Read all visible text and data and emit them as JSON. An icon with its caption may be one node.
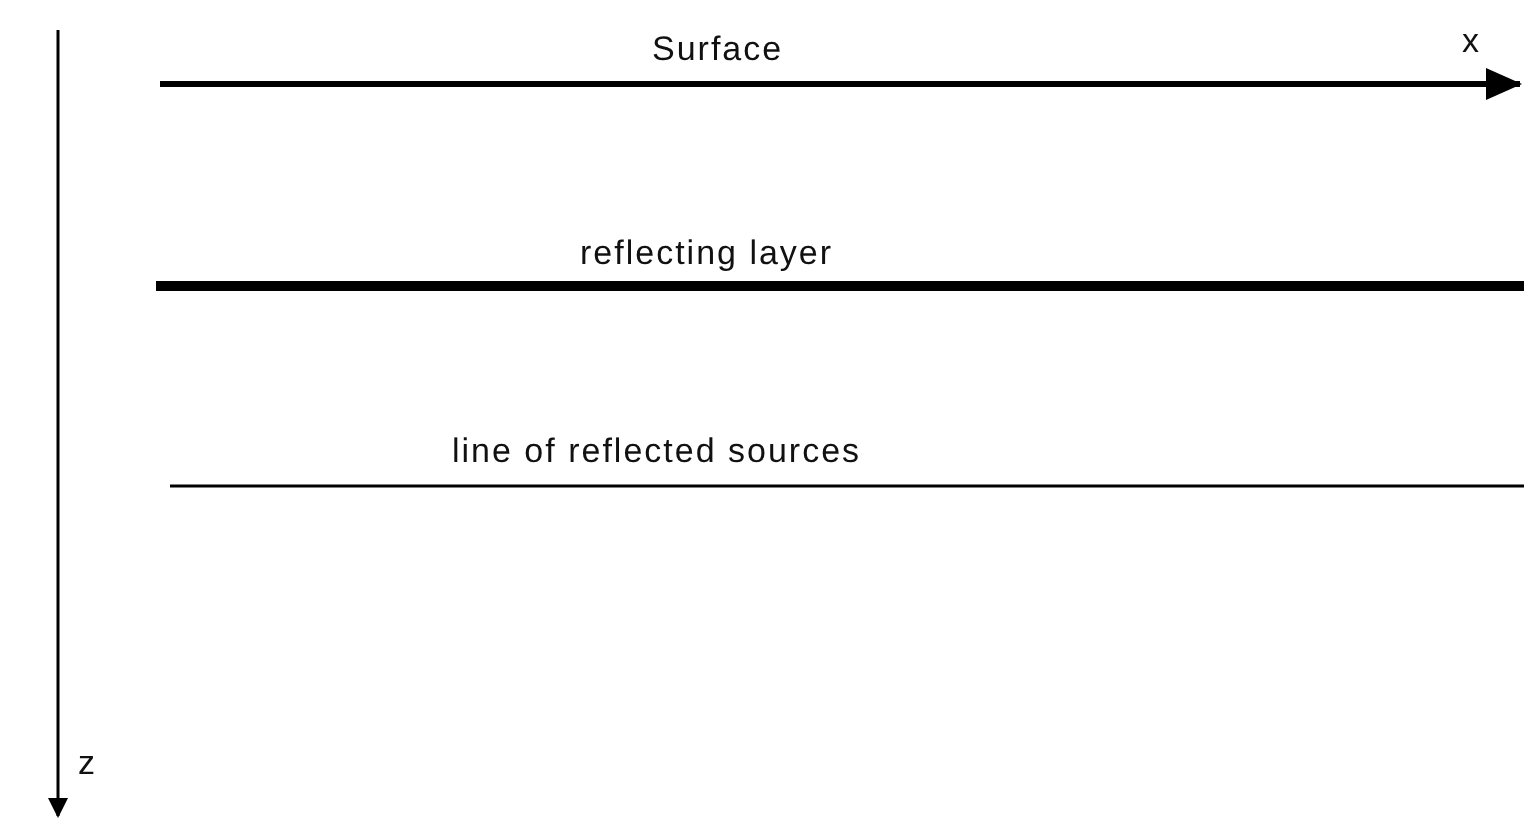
{
  "diagram": {
    "labels": [
      "Surface",
      "x",
      "reflecting layer",
      "line of reflected sources",
      "z"
    ]
  }
}
